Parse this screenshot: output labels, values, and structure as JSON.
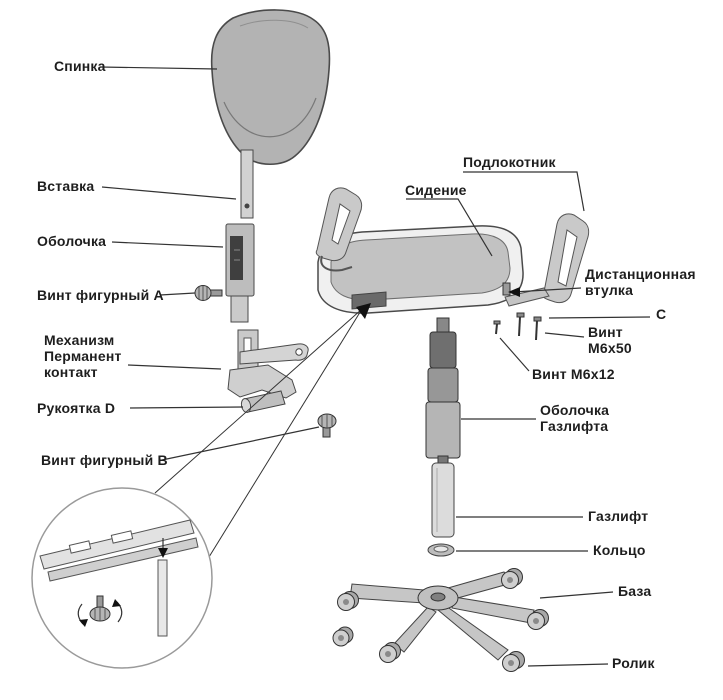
{
  "diagram": {
    "labels": {
      "spinka": "Спинка",
      "vstavka": "Вставка",
      "obolochka": "Оболочка",
      "vint_figurny_a": "Винт фигурный A",
      "mekhanizm_line1": "Механизм",
      "mekhanizm_line2": "Перманент",
      "mekhanizm_line3": "контакт",
      "rukoyatka_d": "Рукоятка D",
      "vint_figurny_b": "Винт фигурный B",
      "podlokotnik": "Подлокотник",
      "sidenie": "Сидение",
      "vtulka_line1": "Дистанционная",
      "vtulka_line2": "втулка",
      "c": "C",
      "vint_m6x50_line1": "Винт",
      "vint_m6x50_line2": "М6х50",
      "vint_m6x12": "Винт М6х12",
      "obolochka_gazlifta_line1": "Оболочка",
      "obolochka_gazlifta_line2": "Газлифта",
      "gazlift": "Газлифт",
      "koltso": "Кольцо",
      "baza": "База",
      "rolik": "Ролик"
    },
    "colors": {
      "leader_line": "#333333",
      "part_fill": "#c6c6c6",
      "part_dark": "#3f3f3f",
      "text": "#1e1e1e"
    }
  }
}
